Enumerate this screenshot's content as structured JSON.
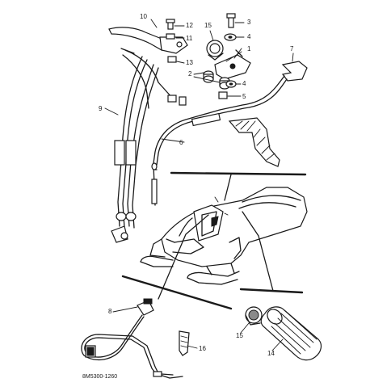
{
  "diagram": {
    "part_numbers": [
      "1",
      "2",
      "3",
      "4",
      "4",
      "5",
      "6",
      "7",
      "8",
      "9",
      "10",
      "11",
      "12",
      "13",
      "14",
      "15",
      "15",
      "16"
    ],
    "drawing_code": "8M5300-1260"
  }
}
